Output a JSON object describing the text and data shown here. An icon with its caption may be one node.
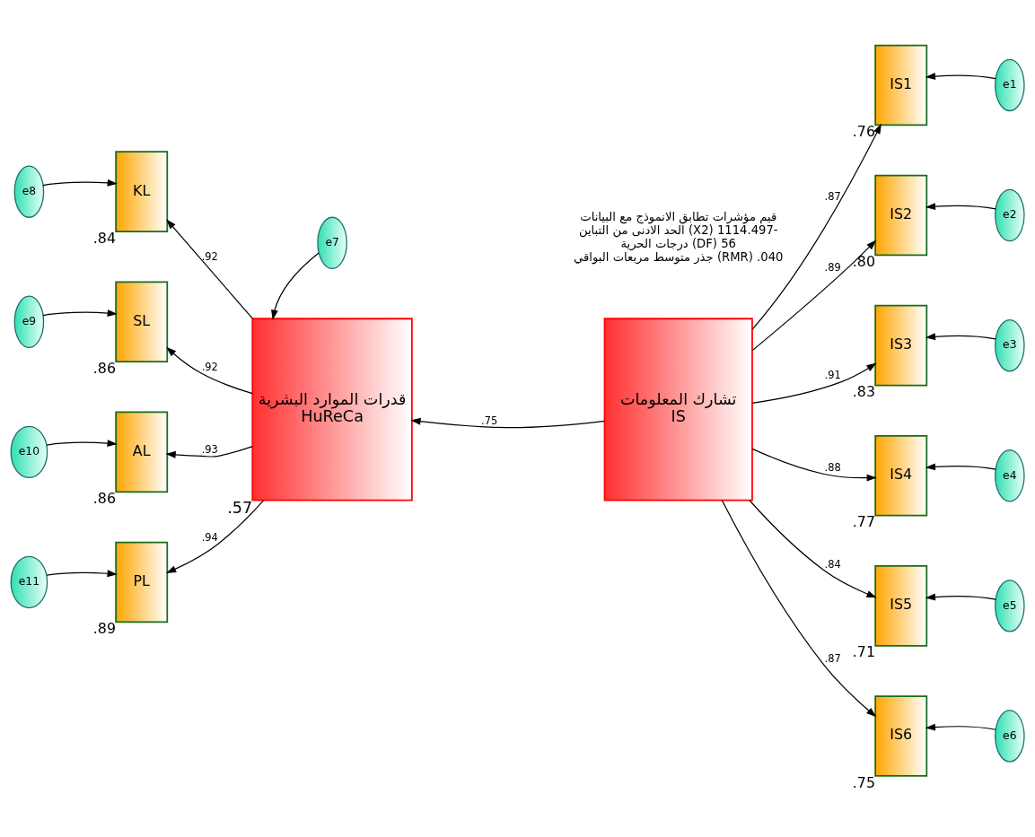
{
  "diagram": {
    "nodes": [
      {
        "text": [
          "قدرات الموارد البشرية",
          "HuReCa"
        ],
        "beside": [
          ".57"
        ]
      },
      {
        "text": [
          "تشارك المعلومات",
          "IS"
        ]
      },
      {
        "text": [
          "e7"
        ]
      },
      {
        "text": [
          "KL"
        ],
        "beside": [
          ".84"
        ]
      },
      {
        "text": [
          "SL"
        ],
        "beside": [
          ".86"
        ]
      },
      {
        "text": [
          "AL"
        ],
        "beside": [
          ".86"
        ]
      },
      {
        "text": [
          "PL"
        ],
        "beside": [
          ".89"
        ]
      },
      {
        "text": [
          "e8"
        ]
      },
      {
        "text": [
          "e9"
        ]
      },
      {
        "text": [
          "e10"
        ]
      },
      {
        "text": [
          "e11"
        ]
      },
      {
        "text": [
          "IS1"
        ],
        "beside": [
          ".76"
        ]
      },
      {
        "text": [
          "IS2"
        ],
        "beside": [
          ".80"
        ]
      },
      {
        "text": [
          "IS3"
        ],
        "beside": [
          ".83"
        ]
      },
      {
        "text": [
          "IS4"
        ],
        "beside": [
          ".77"
        ]
      },
      {
        "text": [
          "IS5"
        ],
        "beside": [
          ".71"
        ]
      },
      {
        "text": [
          "IS6"
        ],
        "beside": [
          ".75"
        ]
      },
      {
        "text": [
          "e1"
        ]
      },
      {
        "text": [
          "e2"
        ]
      },
      {
        "text": [
          "e3"
        ]
      },
      {
        "text": [
          "e4"
        ]
      },
      {
        "text": [
          "e5"
        ]
      },
      {
        "text": [
          "e6"
        ]
      }
    ],
    "edges": [
      {
        "from": 2,
        "to": 0,
        "arrow": "to"
      },
      {
        "from": 1,
        "to": 0,
        "arrow": "to",
        "label": ".75"
      },
      {
        "from": 0,
        "to": 3,
        "arrow": "to",
        "label": ".92"
      },
      {
        "from": 0,
        "to": 4,
        "arrow": "to",
        "label": ".92"
      },
      {
        "from": 0,
        "to": 5,
        "arrow": "to",
        "label": ".93"
      },
      {
        "from": 0,
        "to": 6,
        "arrow": "to",
        "label": ".94"
      },
      {
        "from": 7,
        "to": 3,
        "arrow": "to"
      },
      {
        "from": 8,
        "to": 4,
        "arrow": "to"
      },
      {
        "from": 9,
        "to": 5,
        "arrow": "to"
      },
      {
        "from": 10,
        "to": 6,
        "arrow": "to"
      },
      {
        "from": 1,
        "to": 11,
        "arrow": "to",
        "label": ".87"
      },
      {
        "from": 1,
        "to": 12,
        "arrow": "to",
        "label": ".89"
      },
      {
        "from": 1,
        "to": 13,
        "arrow": "to",
        "label": ".91"
      },
      {
        "from": 1,
        "to": 14,
        "arrow": "to",
        "label": ".88"
      },
      {
        "from": 1,
        "to": 15,
        "arrow": "to",
        "label": ".84"
      },
      {
        "from": 1,
        "to": 16,
        "arrow": "to",
        "label": ".87"
      },
      {
        "from": 17,
        "to": 11,
        "arrow": "to"
      },
      {
        "from": 18,
        "to": 12,
        "arrow": "to"
      },
      {
        "from": 19,
        "to": 13,
        "arrow": "to"
      },
      {
        "from": 20,
        "to": 14,
        "arrow": "to"
      },
      {
        "from": 21,
        "to": 15,
        "arrow": "to"
      },
      {
        "from": 22,
        "to": 16,
        "arrow": "to"
      }
    ],
    "labels": [
      "قيم مؤشرات تطابق الانموذج مع البيانات",
      "الحد الادنى من التباين (X2) 1114.497-",
      "درجات الحرية (DF) 56",
      "جذر متوسط مربعات البواقي (RMR) .040"
    ]
  }
}
